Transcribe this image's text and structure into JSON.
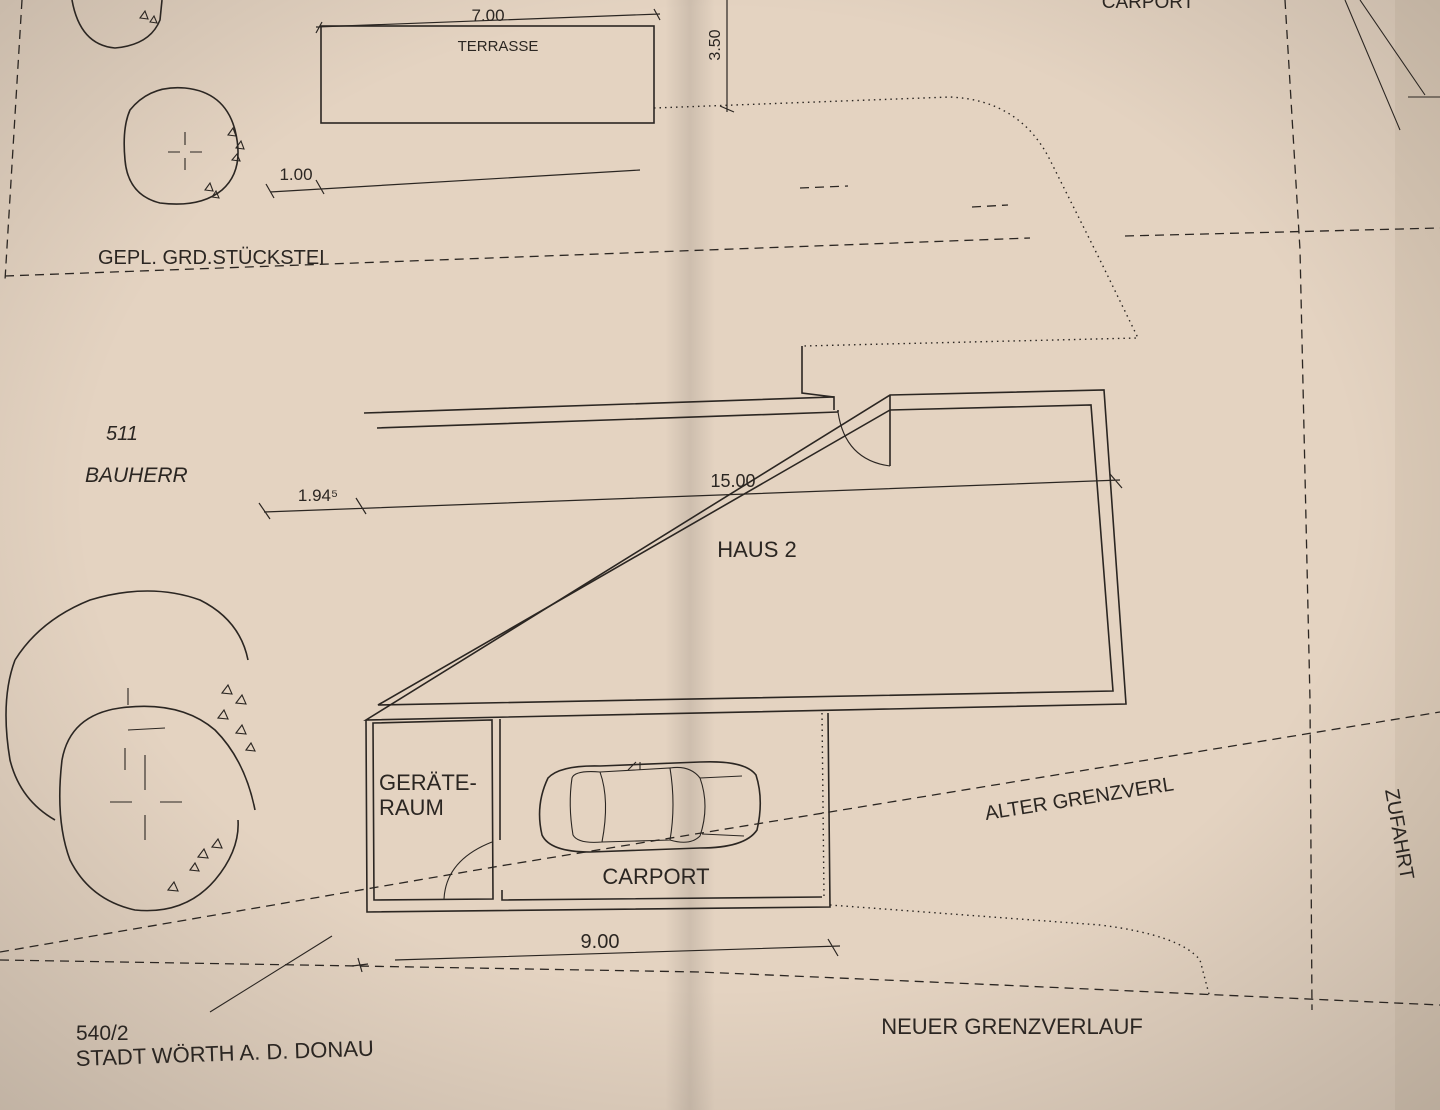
{
  "plan": {
    "top_terrace_dim": "7.00",
    "terrace_label": "TERRASSE",
    "vertical_dim": "3.50",
    "carport_top_label": "CARPORT",
    "tree_offset_dim": "1.00",
    "planned_boundary_label": "GEPL. GRD.STÜCKSTEI",
    "parcel_number": "511",
    "owner_label": "BAUHERR",
    "setback_dim": "1.94⁵",
    "house_length_dim": "15.00",
    "house_label": "HAUS 2",
    "shed_label_line1": "GERÄTE-",
    "shed_label_line2": "RAUM",
    "carport_label": "CARPORT",
    "old_boundary_label": "ALTER GRENZVERL",
    "access_label": "ZUFAHRT",
    "carport_length_dim": "9.00",
    "neighbor_parcel_number": "540/2",
    "neighbor_owner_label": "STADT WÖRTH A. D. DONAU",
    "new_boundary_label": "NEUER GRENZVERLAUF"
  },
  "colors": {
    "paper": "#e4d3c1",
    "ink": "#2b2622"
  }
}
